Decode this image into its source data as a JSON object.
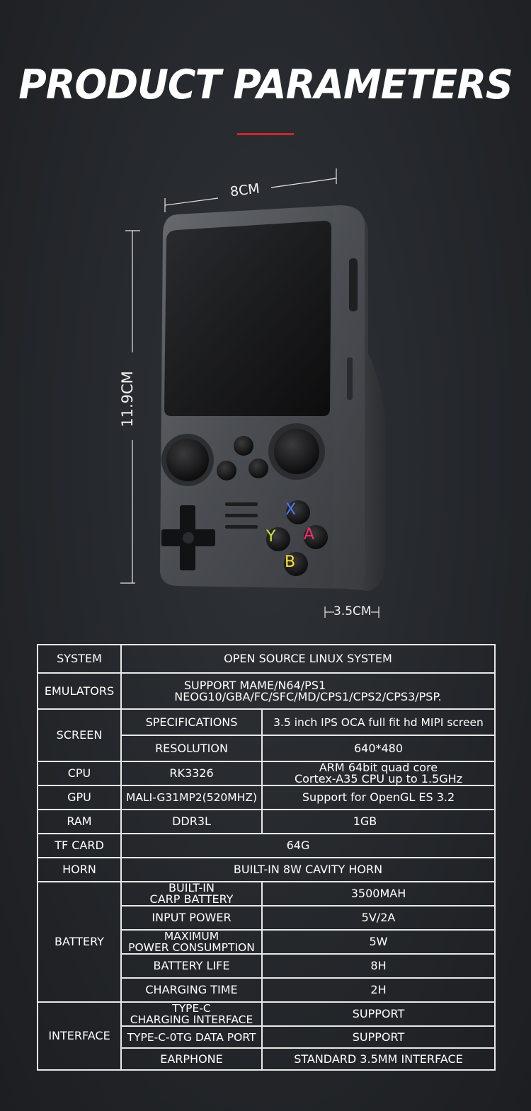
{
  "header": {
    "title": "PRODUCT PARAMETERS"
  },
  "dimensions": {
    "width": "8CM",
    "height": "11.9CM",
    "depth": "3.5CM"
  },
  "device": {
    "buttons": {
      "x": "X",
      "y": "Y",
      "a": "A",
      "b": "B"
    },
    "colors": {
      "x": "#4a7dff",
      "y": "#c9e53a",
      "a": "#ff2a6a",
      "b": "#ffe22a"
    }
  },
  "specs": {
    "system": {
      "label": "SYSTEM",
      "value": "OPEN SOURCE LINUX SYSTEM"
    },
    "emulators": {
      "label": "EMULATORS",
      "line1": "SUPPORT MAME/N64/PS1",
      "line2": "NEOG10/GBA/FC/SFC/MD/CPS1/CPS2/CPS3/PSP."
    },
    "screen": {
      "label": "SCREEN",
      "spec_label": "SPECIFICATIONS",
      "spec_value": "3.5 inch IPS OCA full fit hd MIPI screen",
      "res_label": "RESOLUTION",
      "res_value": "640*480"
    },
    "cpu": {
      "label": "CPU",
      "model": "RK3326",
      "line1": "ARM 64bit quad core",
      "line2": "Cortex-A35 CPU up to 1.5GHz"
    },
    "gpu": {
      "label": "GPU",
      "model": "MALI-G31MP2(520MHZ)",
      "value": "Support for OpenGL ES 3.2"
    },
    "ram": {
      "label": "RAM",
      "model": "DDR3L",
      "value": "1GB"
    },
    "tf_card": {
      "label": "TF CARD",
      "value": "64G"
    },
    "horn": {
      "label": "HORN",
      "value": "BUILT-IN 8W CAVITY HORN"
    },
    "battery": {
      "label": "BATTERY",
      "builtin_line1": "BUILT-IN",
      "builtin_line2": "CARP BATTERY",
      "builtin_value": "3500MAH",
      "input_label": "INPUT POWER",
      "input_value": "5V/2A",
      "max_line1": "MAXIMUM",
      "max_line2": "POWER CONSUMPTION",
      "max_value": "5W",
      "life_label": "BATTERY LIFE",
      "life_value": "8H",
      "charge_label": "CHARGING TIME",
      "charge_value": "2H"
    },
    "interface": {
      "label": "INTERFACE",
      "typec_line1": "TYPE-C",
      "typec_line2": "CHARGING INTERFACE",
      "typec_value": "SUPPORT",
      "otg_label": "TYPE-C-0TG DATA PORT",
      "otg_value": "SUPPORT",
      "earphone_label": "EARPHONE",
      "earphone_value": "STANDARD 3.5MM INTERFACE"
    }
  }
}
